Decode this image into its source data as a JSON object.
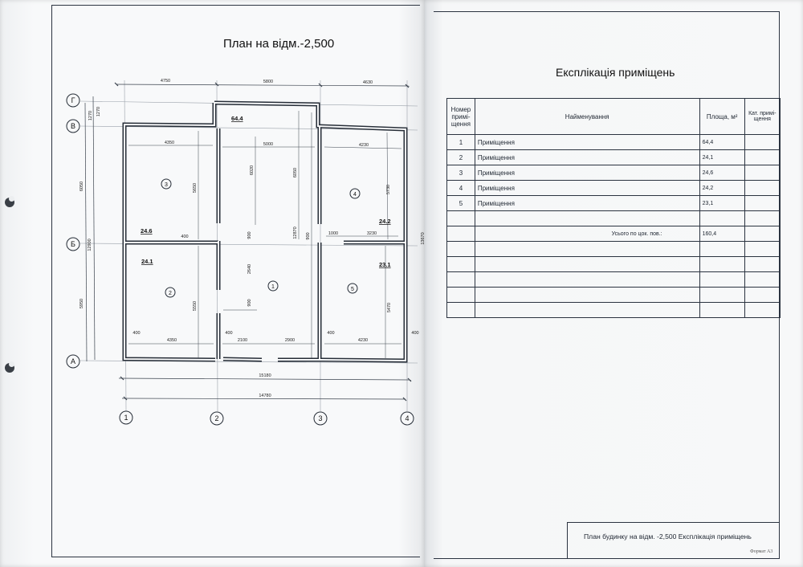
{
  "plan": {
    "title": "План на відм.-2,500",
    "axes_letters": [
      "Г",
      "В",
      "Б",
      "А"
    ],
    "axes_numbers": [
      "1",
      "2",
      "3",
      "4"
    ],
    "dims_top": [
      "4750",
      "5800",
      "4630"
    ],
    "dims_left": [
      "1270",
      "1270",
      "6050",
      "12900",
      "5950"
    ],
    "dims_bottom": [
      "15180",
      "14780"
    ],
    "right_total": "13670",
    "rooms": [
      {
        "num": "1",
        "area": "64.4"
      },
      {
        "num": "2",
        "area": "24.1"
      },
      {
        "num": "3",
        "area": "24.6"
      },
      {
        "num": "4",
        "area": "24.2"
      },
      {
        "num": "5",
        "area": "23.1"
      }
    ],
    "inner_dims": {
      "r3_width": "4350",
      "r3_height": "5650",
      "corridor_width": "5000",
      "h6020": "6020",
      "h6050": "6050",
      "r4_width": "4230",
      "r4_height": "5730",
      "h12870": "12870",
      "h900a": "900",
      "w400a": "400",
      "h900b": "900",
      "w1000": "1000",
      "w3230": "3230",
      "h2640": "2640",
      "h900c": "900",
      "r2_height": "5550",
      "r5_height": "5470",
      "w400_l": "400",
      "r2_width": "4350",
      "w400_m": "400",
      "w2100": "2100",
      "w2900": "2900",
      "w400_r": "400",
      "r5_width": "4230",
      "w400_rr": "400"
    }
  },
  "explication": {
    "title": "Експлікація приміщень",
    "headers": {
      "num": "Номер примі- щення",
      "name": "Найменування",
      "area": "Площа, м²",
      "cat": "Кат. примі- щення"
    },
    "rows": [
      {
        "num": "1",
        "name": "Приміщення",
        "area": "64,4"
      },
      {
        "num": "2",
        "name": "Приміщення",
        "area": "24,1"
      },
      {
        "num": "3",
        "name": "Приміщення",
        "area": "24,6"
      },
      {
        "num": "4",
        "name": "Приміщення",
        "area": "24,2"
      },
      {
        "num": "5",
        "name": "Приміщення",
        "area": "23,1"
      }
    ],
    "total_label": "Усього по цок. пов.:",
    "total_area": "160,4"
  },
  "title_block": "План будинку на відм. -2,500  Експлікація приміщень",
  "format": "Формат А3"
}
